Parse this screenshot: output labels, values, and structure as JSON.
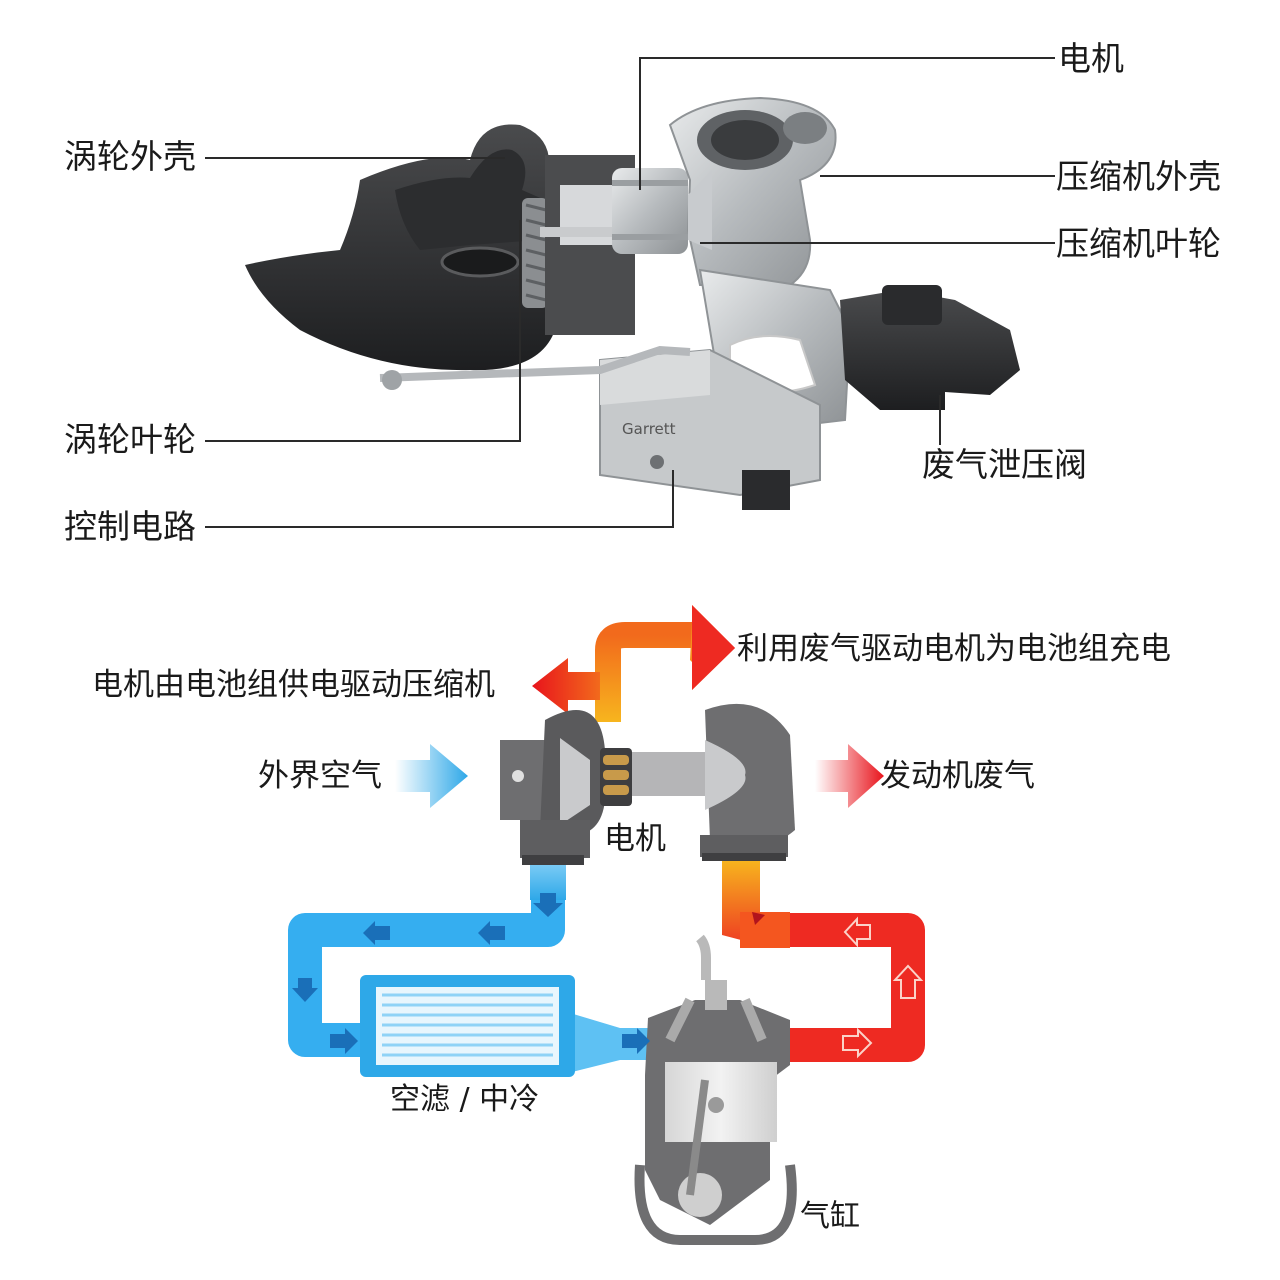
{
  "top_labels": {
    "motor": "电机",
    "turbine_housing": "涡轮外壳",
    "compressor_housing": "压缩机外壳",
    "compressor_wheel": "压缩机叶轮",
    "turbine_wheel": "涡轮叶轮",
    "control_circuit": "控制电路",
    "wastegate": "废气泄压阀",
    "brand": "Garrett"
  },
  "diagram_labels": {
    "regen": "利用废气驱动电机为电池组充电",
    "drive": "电机由电池组供电驱动压缩机",
    "outside_air": "外界空气",
    "exhaust": "发动机废气",
    "motor": "电机",
    "intercooler": "空滤 / 中冷",
    "cylinder": "气缸"
  },
  "colors": {
    "blue_flow": "#35aef0",
    "red_flow": "#ee2a22",
    "orange_flow": "#f79a1e",
    "machine_gray": "#6e6e70",
    "machine_dark": "#3c3c3e",
    "label_line": "#2a2a2a"
  }
}
